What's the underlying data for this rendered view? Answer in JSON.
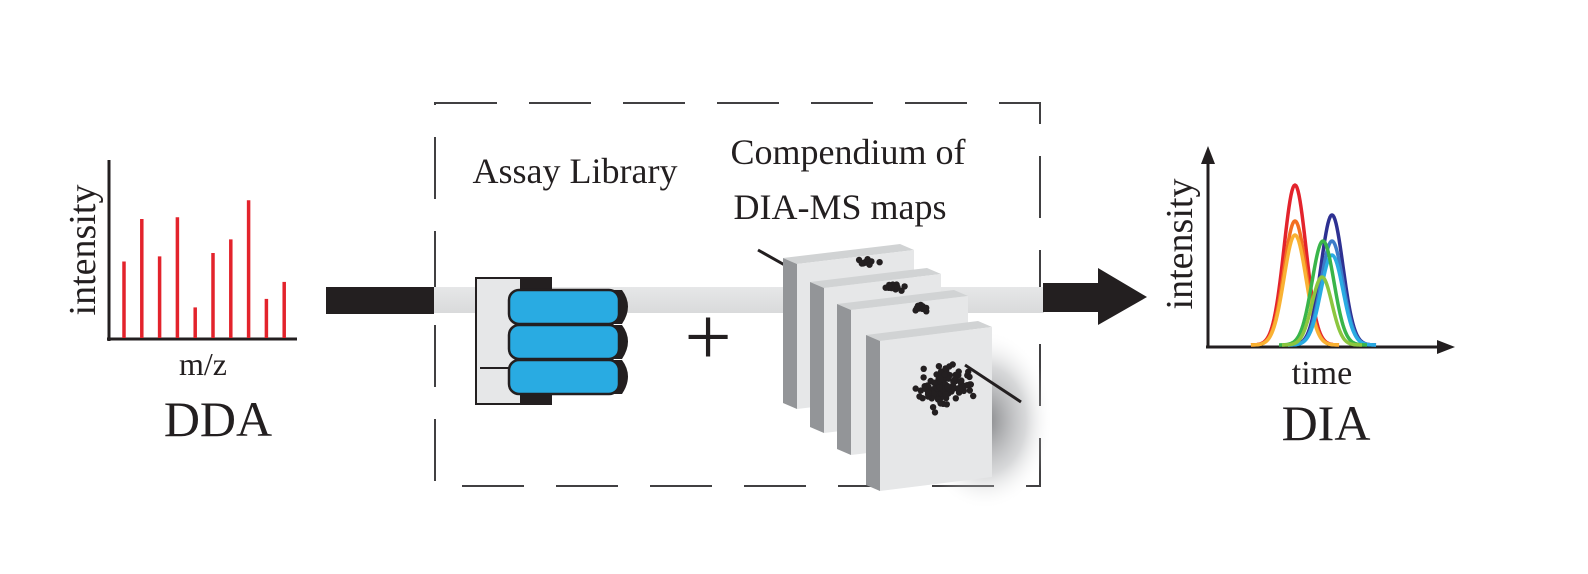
{
  "dda": {
    "title": "DDA",
    "x_label": "m/z",
    "y_label": "intensity",
    "bar_color": "#e3232c",
    "peaks": [
      0.45,
      0.7,
      0.48,
      0.71,
      0.18,
      0.5,
      0.58,
      0.81,
      0.23,
      0.33
    ]
  },
  "dia": {
    "title": "DIA",
    "x_label": "time",
    "y_label": "intensity",
    "traces": [
      {
        "color": "#e3232c",
        "height": 0.8
      },
      {
        "color": "#f36f21",
        "height": 0.62
      },
      {
        "color": "#f9b233",
        "height": 0.55
      },
      {
        "color": "#2e3192",
        "height": 0.65
      },
      {
        "color": "#3d7cc9",
        "height": 0.52
      },
      {
        "color": "#29abe2",
        "height": 0.45
      },
      {
        "color": "#39b54a",
        "height": 0.52
      },
      {
        "color": "#8cc63f",
        "height": 0.34
      }
    ]
  },
  "library": {
    "label": "Assay Library",
    "cylinder_color": "#29abe2"
  },
  "plus_symbol": "+",
  "compendium": {
    "line1": "Compendium of",
    "line2": "DIA-MS maps"
  }
}
